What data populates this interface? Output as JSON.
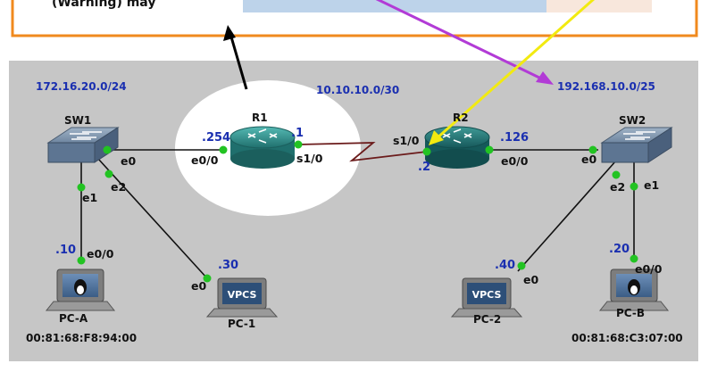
{
  "callout": {
    "text_fragment": "(Warning) may"
  },
  "networks": {
    "lan1": "172.16.20.0/24",
    "wan": "10.10.10.0/30",
    "lan2": "192.168.10.0/25"
  },
  "devices": {
    "r1": {
      "name": "R1",
      "ip_e0": ".254",
      "ip_s1": ".1",
      "if_e0": "e0/0",
      "if_s1": "s1/0"
    },
    "r2": {
      "name": "R2",
      "ip_s1": ".2",
      "ip_e0": ".126",
      "if_s1": "s1/0",
      "if_e0": "e0/0"
    },
    "sw1": {
      "name": "SW1",
      "if_e0": "e0",
      "if_e1": "e1",
      "if_e2": "e2"
    },
    "sw2": {
      "name": "SW2",
      "if_e0": "e0",
      "if_e1": "e1",
      "if_e2": "e2"
    },
    "pca": {
      "name": "PC-A",
      "ip": ".10",
      "if": "e0/0",
      "mac": "00:81:68:F8:94:00"
    },
    "pc1": {
      "name": "PC-1",
      "ip": ".30",
      "if": "e0",
      "badge": "VPCS"
    },
    "pc2": {
      "name": "PC-2",
      "ip": ".40",
      "if": "e0",
      "badge": "VPCS"
    },
    "pcb": {
      "name": "PC-B",
      "ip": ".20",
      "if": "e0/0",
      "mac": "00:81:68:C3:07:00"
    }
  },
  "colors": {
    "canvas": "#c6c6c6",
    "callout_border": "#f08a1e",
    "callout_bar": "#bdd3ea",
    "arrow_black": "#000000",
    "arrow_purple": "#b23bd6",
    "arrow_yellow": "#f2ea10",
    "port_dot": "#22c322",
    "serial_link": "#6b1b1b",
    "router_body": "#2f8f8d",
    "label_blue": "#1a2fb0"
  }
}
